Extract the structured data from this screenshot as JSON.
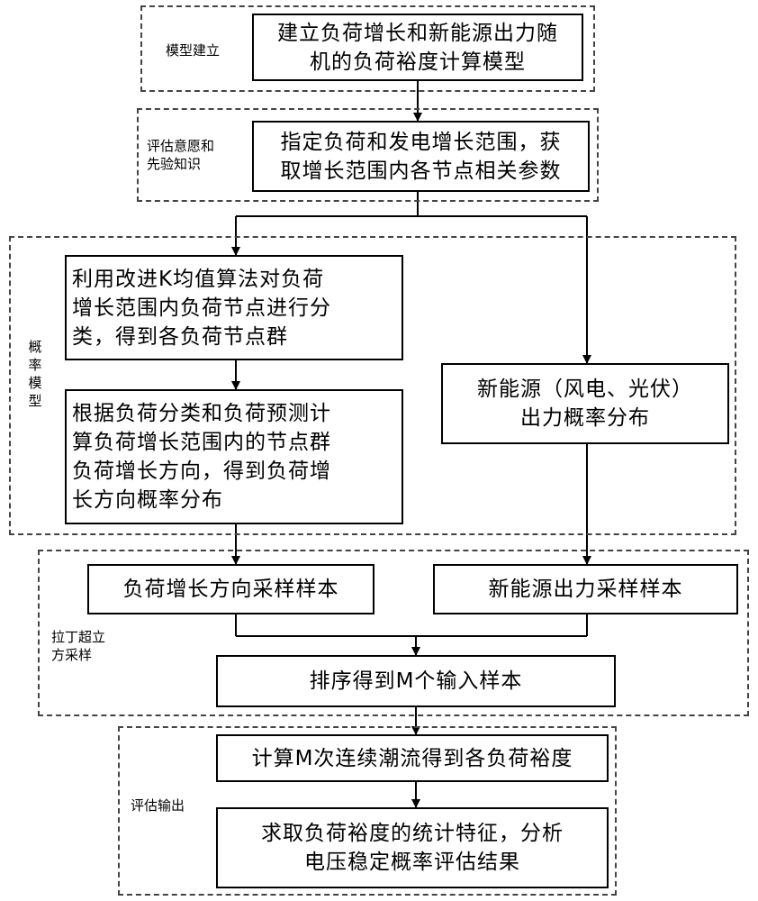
{
  "groups": {
    "model_build": "模型建立",
    "prior": "评估意愿和\n先验知识",
    "prob_model": "概\n率\n模\n型",
    "lhs": "拉丁超立\n方采样",
    "output": "评估输出"
  },
  "nodes": {
    "n1": "建立负荷增长和新能源出力随\n机的负荷裕度计算模型",
    "n2": "指定负荷和发电增长范围，获\n取增长范围内各节点相关参数",
    "n3": "利用改进K均值算法对负荷\n增长范围内负荷节点进行分\n类，得到各负荷节点群",
    "n4": "根据负荷分类和负荷预测计\n算负荷增长范围内的节点群\n负荷增长方向，得到负荷增\n长方向概率分布",
    "n5": "新能源（风电、光伏）\n出力概率分布",
    "n6": "负荷增长方向采样样本",
    "n7": "新能源出力采样样本",
    "n8": "排序得到M个输入样本",
    "n9": "计算M次连续潮流得到各负荷裕度",
    "n10": "求取负荷裕度的统计特征，分析\n电压稳定概率评估结果"
  },
  "colors": {
    "line": "#000000",
    "dash": "#444444"
  }
}
